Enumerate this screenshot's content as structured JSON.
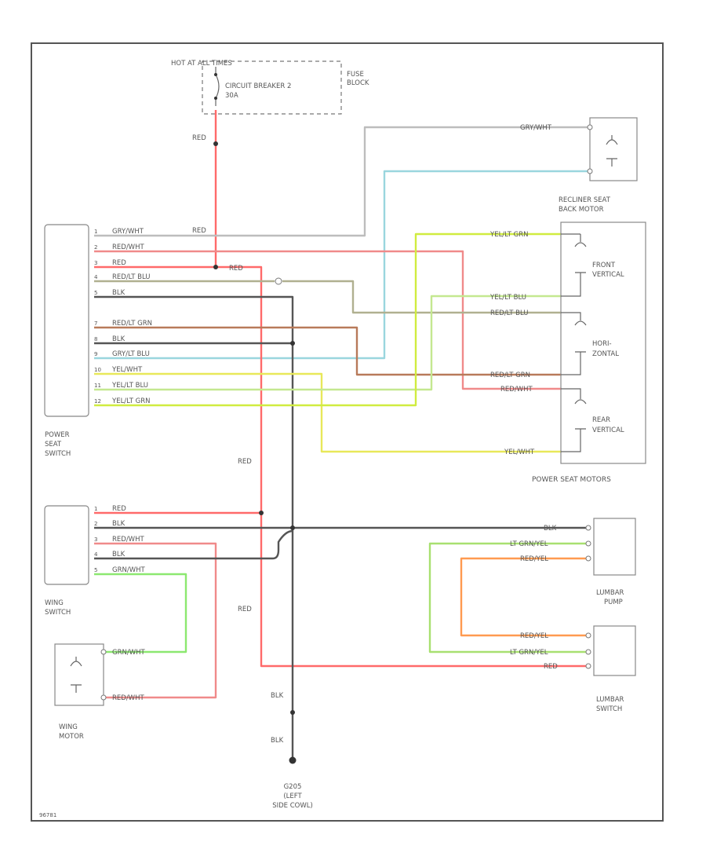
{
  "colors": {
    "red": "#ff6a6a",
    "red_wht": "#f08a8a",
    "gry_wht": "#bdbdbd",
    "lt_blu": "#86d6e6",
    "blk": "#555555",
    "red_lt_grn": "#b87a5a",
    "red_lt_blu": "#b0b090",
    "gry_lt_blu": "#9ad6de",
    "yel_wht": "#e8e85a",
    "yel_lt_blu": "#c4e890",
    "yel_lt_grn": "#d0ec40",
    "grn_wht": "#8ce870",
    "lt_grn_yel": "#a8e070",
    "red_yel": "#ff9a50"
  },
  "power": {
    "hot_label": "HOT AT ALL TIMES",
    "breaker_label": "CIRCUIT BREAKER 2",
    "breaker_rating": "30A",
    "fuse_label_1": "FUSE",
    "fuse_label_2": "BLOCK"
  },
  "power_seat_switch": {
    "label_1": "POWER",
    "label_2": "SEAT",
    "label_3": "SWITCH",
    "pins": [
      {
        "pin": "1",
        "wire": "GRY/WHT"
      },
      {
        "pin": "2",
        "wire": "RED/WHT"
      },
      {
        "pin": "3",
        "wire": "RED"
      },
      {
        "pin": "4",
        "wire": "RED/LT BLU"
      },
      {
        "pin": "5",
        "wire": "BLK"
      },
      {
        "pin": "7",
        "wire": "RED/LT GRN"
      },
      {
        "pin": "8",
        "wire": "BLK"
      },
      {
        "pin": "9",
        "wire": "GRY/LT BLU"
      },
      {
        "pin": "10",
        "wire": "YEL/WHT"
      },
      {
        "pin": "11",
        "wire": "YEL/LT BLU"
      },
      {
        "pin": "12",
        "wire": "YEL/LT GRN"
      }
    ]
  },
  "recliner": {
    "label_1": "RECLINER SEAT",
    "label_2": "BACK MOTOR",
    "wire_top": "GRY/WHT"
  },
  "seat_motors": {
    "label": "POWER SEAT MOTORS",
    "front_1": "FRONT",
    "front_2": "VERTICAL",
    "hori_1": "HORI-",
    "hori_2": "ZONTAL",
    "rear_1": "REAR",
    "rear_2": "VERTICAL",
    "wires": {
      "yel_lt_grn": "YEL/LT GRN",
      "yel_lt_blu": "YEL/LT BLU",
      "red_lt_blu": "RED/LT BLU",
      "red_lt_grn": "RED/LT GRN",
      "red_wht": "RED/WHT",
      "yel_wht": "YEL/WHT"
    }
  },
  "wire_labels": {
    "red": "RED",
    "blk": "BLK"
  },
  "wing_switch": {
    "label_1": "WING",
    "label_2": "SWITCH",
    "pins": [
      {
        "pin": "1",
        "wire": "RED"
      },
      {
        "pin": "2",
        "wire": "BLK"
      },
      {
        "pin": "3",
        "wire": "RED/WHT"
      },
      {
        "pin": "4",
        "wire": "BLK"
      },
      {
        "pin": "5",
        "wire": "GRN/WHT"
      }
    ]
  },
  "wing_motor": {
    "label_1": "WING",
    "label_2": "MOTOR",
    "wire_top": "GRN/WHT",
    "wire_bottom": "RED/WHT"
  },
  "lumbar": {
    "pump_1": "LUMBAR",
    "pump_2": "PUMP",
    "switch_1": "LUMBAR",
    "switch_2": "SWITCH",
    "wire_blk": "BLK",
    "wire_lt_grn_yel": "LT GRN/YEL",
    "wire_red_yel": "RED/YEL",
    "wire_red": "RED"
  },
  "ground": {
    "label_1": "G205",
    "label_2": "(LEFT",
    "label_3": "SIDE COWL)"
  },
  "figure_id": "96781"
}
